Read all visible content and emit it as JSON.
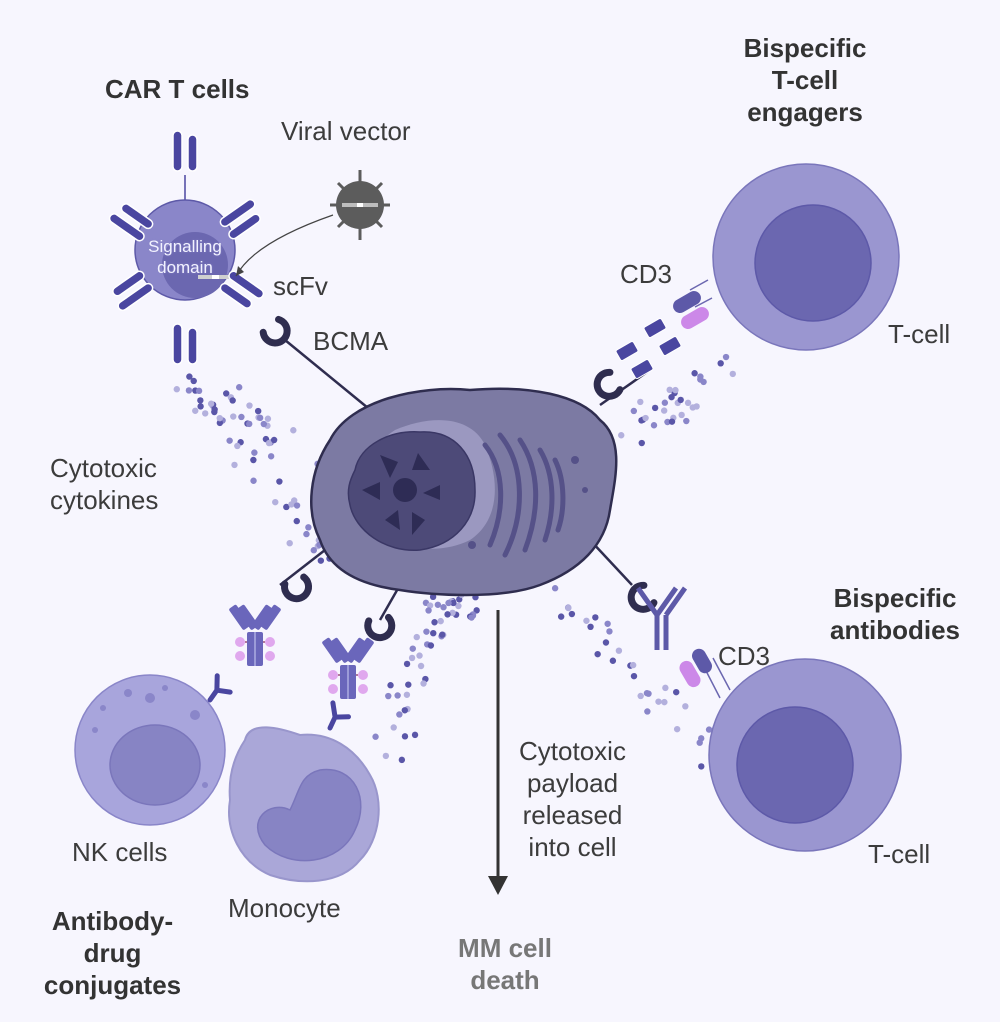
{
  "diagram": {
    "title_sections": {
      "car_t": "CAR T cells",
      "bite_lines": [
        "Bispecific",
        "T-cell",
        "engagers"
      ],
      "bispecific_ab_lines": [
        "Bispecific",
        "antibodies"
      ],
      "adc_lines": [
        "Antibody-",
        "drug",
        "conjugates"
      ]
    },
    "labels": {
      "viral_vector": "Viral vector",
      "signalling_domain_lines": [
        "Signalling",
        "domain"
      ],
      "scfv": "scFv",
      "bcma": "BCMA",
      "cd3_top": "CD3",
      "cd3_bottom": "CD3",
      "t_cell_top": "T-cell",
      "t_cell_bottom": "T-cell",
      "cytotoxic_cytokines_lines": [
        "Cytotoxic",
        "cytokines"
      ],
      "nk_cells": "NK cells",
      "monocyte": "Monocyte",
      "payload_lines": [
        "Cytotoxic",
        "payload",
        "released",
        "into cell"
      ],
      "mm_death_lines": [
        "MM cell",
        "death"
      ]
    },
    "colors": {
      "background": "#f7f6fe",
      "mm_cell": "#7c7aa3",
      "mm_nucleus": "#4d4a78",
      "t_cell_outer": "#9a96d0",
      "t_cell_inner": "#6b67b0",
      "receptor_dark": "#4a46a0",
      "receptor_pink": "#cc88e8",
      "bcma_dark": "#2f2d4f",
      "virus": "#5c5c5c"
    }
  }
}
